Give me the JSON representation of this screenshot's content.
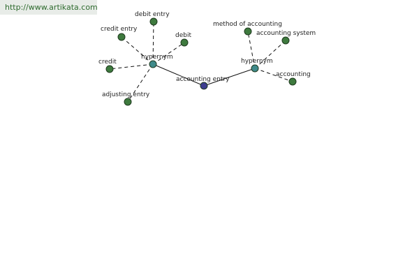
{
  "header": {
    "url": "http://www.artikata.com"
  },
  "colors": {
    "root": "#3d3d8f",
    "hypernym": "#3f8a8a",
    "leaf": "#3e7a3e",
    "banner_text": "#2e6b2e"
  },
  "graph": {
    "root": {
      "id": "root",
      "label": "accounting entry"
    },
    "hubs": [
      {
        "id": "hubL",
        "label": "hypernym"
      },
      {
        "id": "hubR",
        "label": "hypernym"
      }
    ],
    "leaves": [
      {
        "id": "debit-entry",
        "hub": "hubL",
        "label": "debit entry"
      },
      {
        "id": "credit-entry",
        "hub": "hubL",
        "label": "credit entry"
      },
      {
        "id": "debit",
        "hub": "hubL",
        "label": "debit"
      },
      {
        "id": "credit",
        "hub": "hubL",
        "label": "credit"
      },
      {
        "id": "adjusting-entry",
        "hub": "hubL",
        "label": "adjusting entry"
      },
      {
        "id": "method-of-accounting",
        "hub": "hubR",
        "label": "method of accounting"
      },
      {
        "id": "accounting-system",
        "hub": "hubR",
        "label": "accounting system"
      },
      {
        "id": "accounting",
        "hub": "hubR",
        "label": "accounting"
      }
    ]
  }
}
